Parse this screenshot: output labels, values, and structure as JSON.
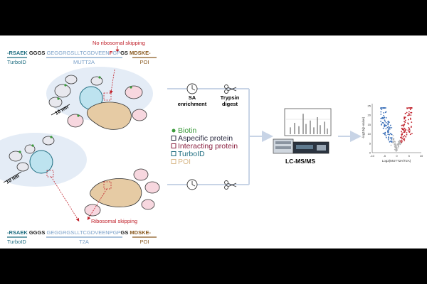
{
  "top_construct": {
    "annotation": "No ribosomal skipping",
    "seg_turbo": "-RSAEK",
    "seg_linker": " GGGS ",
    "seg_tag_pre": "GEGGRGSLLTCGDVEEN",
    "seg_mut": "F",
    "seg_tag_post": "GP",
    "seg_gs": "GS ",
    "seg_poi": "MDSKE",
    "seg_end": "-",
    "label_turbo": "TurboID",
    "label_tag": "MUTT2A",
    "label_poi": "POI"
  },
  "bottom_construct": {
    "annotation": "Ribosomal skipping",
    "seg_turbo": "-RSAEK",
    "seg_linker": " GGGS ",
    "seg_tag": "GEGGRGSLLTCGDVEENPGP",
    "seg_gs": "GS ",
    "seg_poi": "MDSKE",
    "seg_end": "-",
    "label_turbo": "TurboID",
    "label_tag": "T2A",
    "label_poi": "POI"
  },
  "radius_label": "10 nm",
  "steps": {
    "sa": "SA\nenrichment",
    "trypsin": "Trypsin\ndigest",
    "lcms": "LC-MS/MS"
  },
  "legend": [
    {
      "label": "Biotin",
      "color": "#3a9a3a",
      "marker": "dot"
    },
    {
      "label": "Aspecific protein",
      "color": "#2a2a40",
      "marker": "box"
    },
    {
      "label": "Interacting protein",
      "color": "#8a2040",
      "marker": "box"
    },
    {
      "label": "TurboID",
      "color": "#1e6d80",
      "marker": "box"
    },
    {
      "label": "POI",
      "color": "#d9b98a",
      "marker": "box"
    }
  ],
  "volcano": {
    "xlabel": "Log2(MUTT2A/T2A)",
    "ylabel": "-log10(p-value)",
    "xticks": [
      "-10",
      "-5",
      "0",
      "5",
      "10"
    ],
    "yticks": [
      "0",
      "5",
      "10",
      "15",
      "20",
      "25"
    ]
  },
  "colors": {
    "turbo": "#1e6d80",
    "tag": "#7aa0c8",
    "poi": "#8a5a20",
    "red": "#c0202a",
    "biotin": "#3a9a3a",
    "interact": "#8a2040",
    "arrow": "#c8d4e6"
  }
}
